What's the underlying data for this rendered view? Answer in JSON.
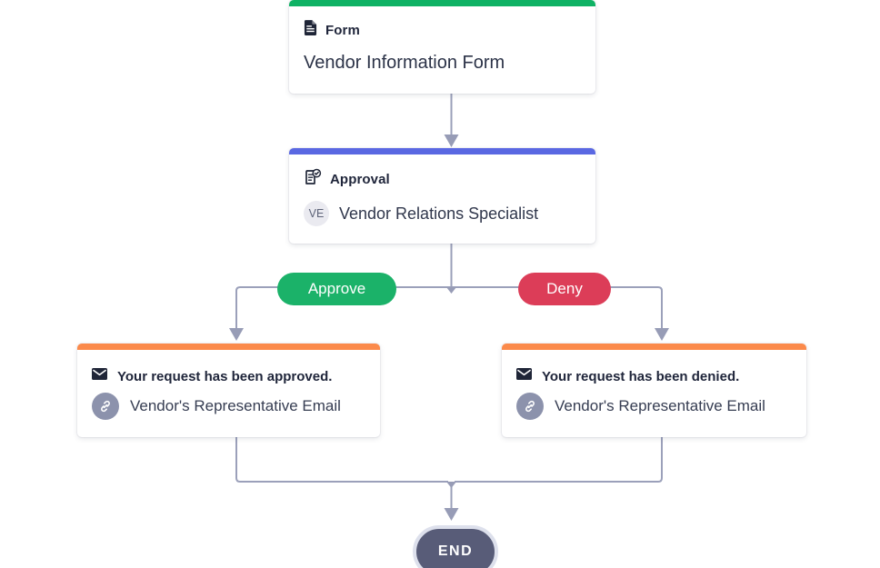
{
  "canvas": {
    "background_color": "#FFFFFF",
    "connector_color": "#9BA0BA"
  },
  "flow": {
    "form_node": {
      "type_label": "Form",
      "title": "Vendor Information Form",
      "accent_color": "#0FB264",
      "icon": "document-icon"
    },
    "approval_node": {
      "type_label": "Approval",
      "assignee_initials": "VE",
      "assignee_name": "Vendor Relations Specialist",
      "accent_color": "#5A68E2",
      "icon": "approval-check-icon"
    },
    "branches": [
      {
        "label": "Approve",
        "color": "#1BB269"
      },
      {
        "label": "Deny",
        "color": "#DC3D58"
      }
    ],
    "approved_email_node": {
      "subject": "Your request has been approved.",
      "recipient": "Vendor's Representative Email",
      "accent_color": "#FB8A4B",
      "subject_icon": "envelope-icon",
      "recipient_icon": "link-icon"
    },
    "denied_email_node": {
      "subject": "Your request has been denied.",
      "recipient": "Vendor's Representative Email",
      "accent_color": "#FB8A4B",
      "subject_icon": "envelope-icon",
      "recipient_icon": "link-icon"
    },
    "end_node": {
      "label": "END",
      "fill_color": "#585C78",
      "border_color": "#DDE0EC"
    }
  }
}
